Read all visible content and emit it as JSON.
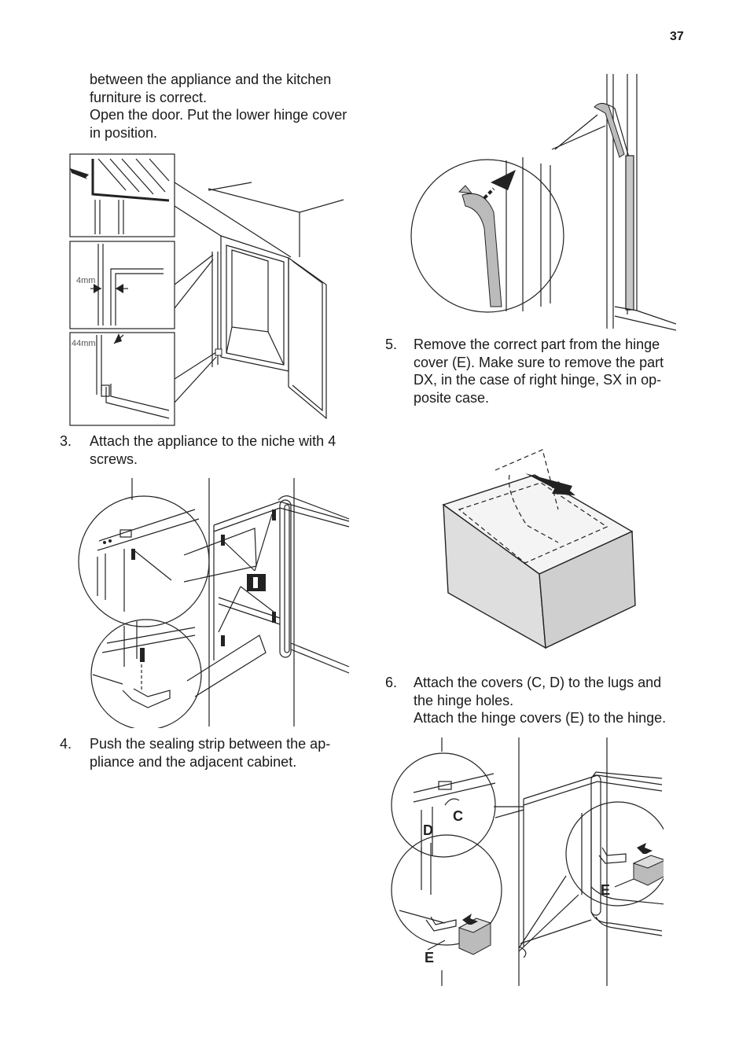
{
  "page": {
    "number": "37"
  },
  "intro": {
    "line1": "between the appliance and the kitchen",
    "line2": "furniture is correct.",
    "line3": "Open the door. Put the lower hinge cover",
    "line4": "in position."
  },
  "figure1": {
    "dim_4mm": "4mm",
    "dim_44mm": "44mm"
  },
  "steps": [
    {
      "number": "3.",
      "lines": [
        "Attach the appliance to the niche with 4",
        "screws."
      ]
    },
    {
      "number": "4.",
      "lines": [
        "Push the sealing strip between the ap-",
        "pliance and the adjacent cabinet."
      ]
    },
    {
      "number": "5.",
      "lines": [
        "Remove the correct part from the hinge",
        "cover (E). Make sure to remove the part",
        "DX, in the case of right hinge, SX in op-",
        "posite case."
      ]
    },
    {
      "number": "6.",
      "lines": [
        "Attach the covers (C, D) to the lugs and",
        "the hinge holes.",
        "Attach the hinge covers (E) to the hinge."
      ]
    }
  ],
  "figure2": {
    "label_I": "I"
  },
  "figure4": {
    "label_C": "C",
    "label_D": "D",
    "label_E_right": "E",
    "label_E_left": "E"
  }
}
